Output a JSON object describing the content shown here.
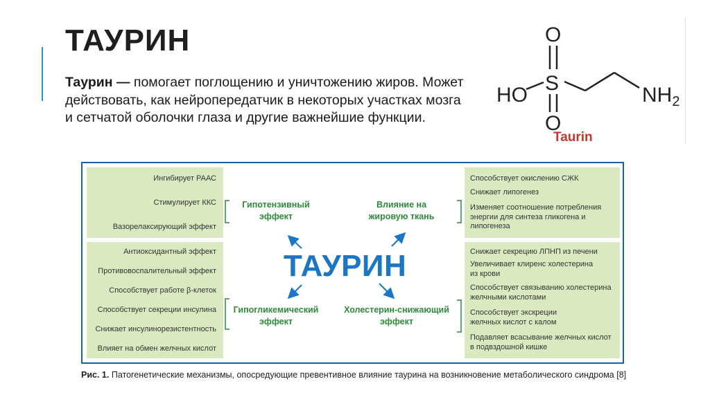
{
  "slide": {
    "title": "ТАУРИН",
    "description_term": "Таурин —",
    "description_text": " помогает поглощению и уничтожению жиров.  Может действовать, как нейропередатчик в некоторых участках мозга и сетчатой оболочки глаза и другие важнейшие функции."
  },
  "molecule": {
    "atom_o_top": "O",
    "atom_s": "S",
    "atom_o_bottom": "O",
    "atom_ho": "HO",
    "atom_nh": "NH",
    "atom_nh_sub": "2",
    "name": "Taurin",
    "name_color": "#c0392b"
  },
  "figure": {
    "center_label": "ТАУРИН",
    "colors": {
      "border": "#1a5fa8",
      "box": "#dae9c0",
      "effect": "#2c8a3a",
      "center": "#1b76c4"
    },
    "effects": {
      "hypotensive": "Гипотензивный эффект",
      "fat": "Влияние на жировую ткань",
      "hypoglycemic": "Гипогликемический эффект",
      "cholesterol": "Холестерин-снижающий эффект"
    },
    "left_top": [
      "Ингибирует РААС",
      "Стимулирует ККС",
      "Вазорелаксирующий эффект"
    ],
    "left_bottom": [
      "Антиоксидантный эффект",
      "Противовоспалительный эффект",
      "Способствует работе β-клеток",
      "Способствует секреции инсулина",
      "Снижает инсулинорезистентность",
      "Влияет на обмен желчных кислот"
    ],
    "right_top": [
      "Способствует окислению СЖК",
      "Снижает липогенез",
      "Изменяет соотношение потребления энергии для синтеза гликогена и липогенеза"
    ],
    "right_bottom": [
      "Снижает секрецию ЛПНП из печени",
      "Увеличивает клиренс холестерина из крови",
      "Способствует связыванию холестерина желчными кислотами",
      "Способствует экскреции желчных кислот с калом",
      "Подавляет всасывание желчных кислот в подвздошной кишке"
    ]
  },
  "caption": {
    "label": "Рис. 1.",
    "text": " Патогенетические механизмы, опосредующие превентивное влияние таурина на возникновение метаболического синдрома [8]"
  }
}
